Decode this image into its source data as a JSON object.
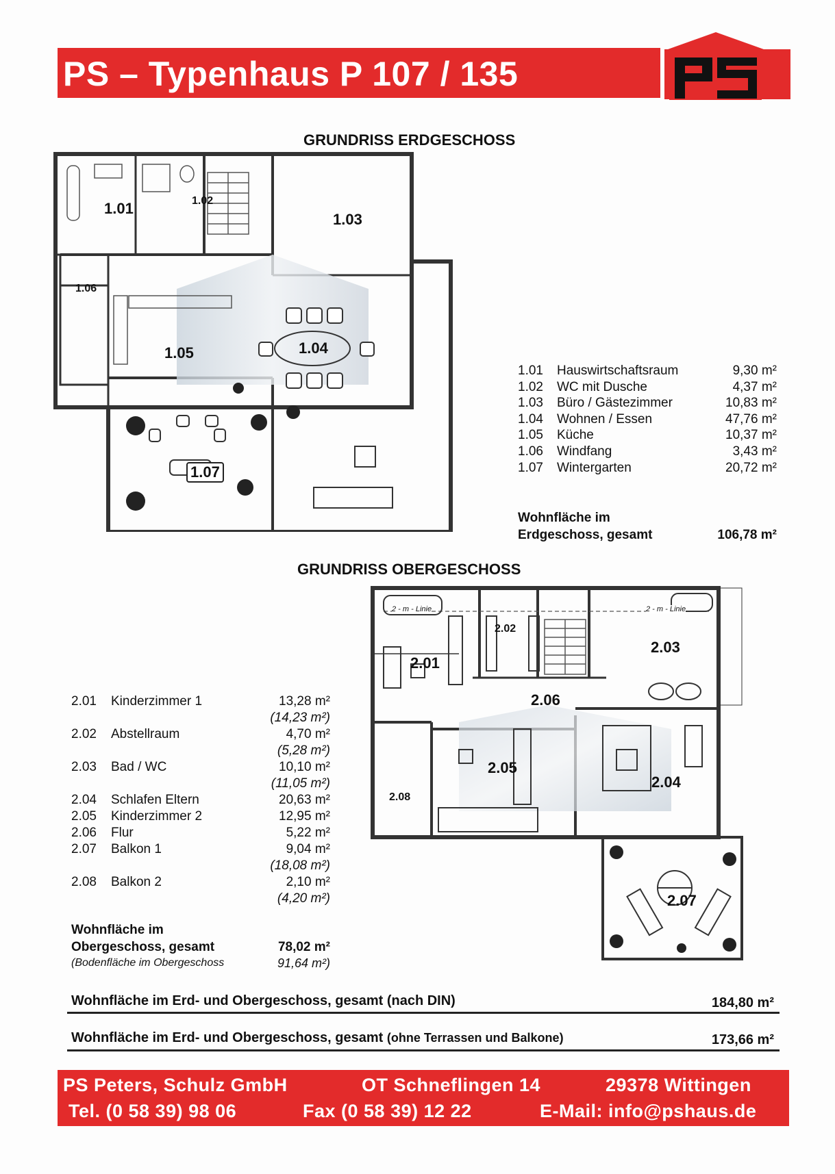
{
  "header": {
    "title": "PS – Typenhaus P 107 / 135",
    "logo_text": "ps",
    "color_red": "#e32b2b"
  },
  "eg": {
    "heading": "GRUNDRISS ERDGESCHOSS",
    "labels": [
      "1.01",
      "1.02",
      "1.03",
      "1.04",
      "1.05",
      "1.06",
      "1.07"
    ],
    "rooms": [
      {
        "num": "1.01",
        "name": "Hauswirtschaftsraum",
        "area": "9,30 m²"
      },
      {
        "num": "1.02",
        "name": "WC mit Dusche",
        "area": "4,37 m²"
      },
      {
        "num": "1.03",
        "name": "Büro / Gästezimmer",
        "area": "10,83 m²"
      },
      {
        "num": "1.04",
        "name": "Wohnen / Essen",
        "area": "47,76 m²"
      },
      {
        "num": "1.05",
        "name": "Küche",
        "area": "10,37 m²"
      },
      {
        "num": "1.06",
        "name": "Windfang",
        "area": "3,43 m²"
      },
      {
        "num": "1.07",
        "name": "Wintergarten",
        "area": "20,72 m²"
      }
    ],
    "total_label_1": "Wohnfläche im",
    "total_label_2": "Erdgeschoss, gesamt",
    "total_value": "106,78 m²"
  },
  "og": {
    "heading": "GRUNDRISS OBERGESCHOSS",
    "labels": [
      "2.01",
      "2.02",
      "2.03",
      "2.04",
      "2.05",
      "2.06",
      "2.07",
      "2.08"
    ],
    "linie_label": "2 - m - Linie",
    "rooms": [
      {
        "num": "2.01",
        "name": "Kinderzimmer 1",
        "area": "13,28 m²",
        "floor": "(14,23 m²)"
      },
      {
        "num": "2.02",
        "name": "Abstellraum",
        "area": "4,70 m²",
        "floor": "(5,28 m²)"
      },
      {
        "num": "2.03",
        "name": "Bad / WC",
        "area": "10,10 m²",
        "floor": "(11,05 m²)"
      },
      {
        "num": "2.04",
        "name": "Schlafen Eltern",
        "area": "20,63 m²",
        "floor": ""
      },
      {
        "num": "2.05",
        "name": "Kinderzimmer 2",
        "area": "12,95 m²",
        "floor": ""
      },
      {
        "num": "2.06",
        "name": "Flur",
        "area": "5,22 m²",
        "floor": ""
      },
      {
        "num": "2.07",
        "name": "Balkon 1",
        "area": "9,04 m²",
        "floor": "(18,08 m²)"
      },
      {
        "num": "2.08",
        "name": "Balkon 2",
        "area": "2,10 m²",
        "floor": "(4,20 m²)"
      }
    ],
    "total_label_1": "Wohnfläche im",
    "total_label_2": "Obergeschoss, gesamt",
    "total_value": "78,02 m²",
    "floor_label": "(Bodenfläche im Obergeschoss",
    "floor_value": "91,64 m²)"
  },
  "totals": {
    "din_label": "Wohnfläche im Erd- und Obergeschoss, gesamt (nach DIN)",
    "din_value": "184,80 m²",
    "ohne_label_main": "Wohnfläche im Erd- und Obergeschoss, gesamt",
    "ohne_label_small": "(ohne Terrassen und Balkone)",
    "ohne_value": "173,66 m²"
  },
  "footer": {
    "company": "PS Peters, Schulz GmbH",
    "street": "OT Schneflingen 14",
    "city": "29378 Wittingen",
    "tel": "Tel. (0 58 39) 98 06",
    "fax": "Fax (0 58 39) 12 22",
    "email": "E-Mail: info@pshaus.de"
  }
}
